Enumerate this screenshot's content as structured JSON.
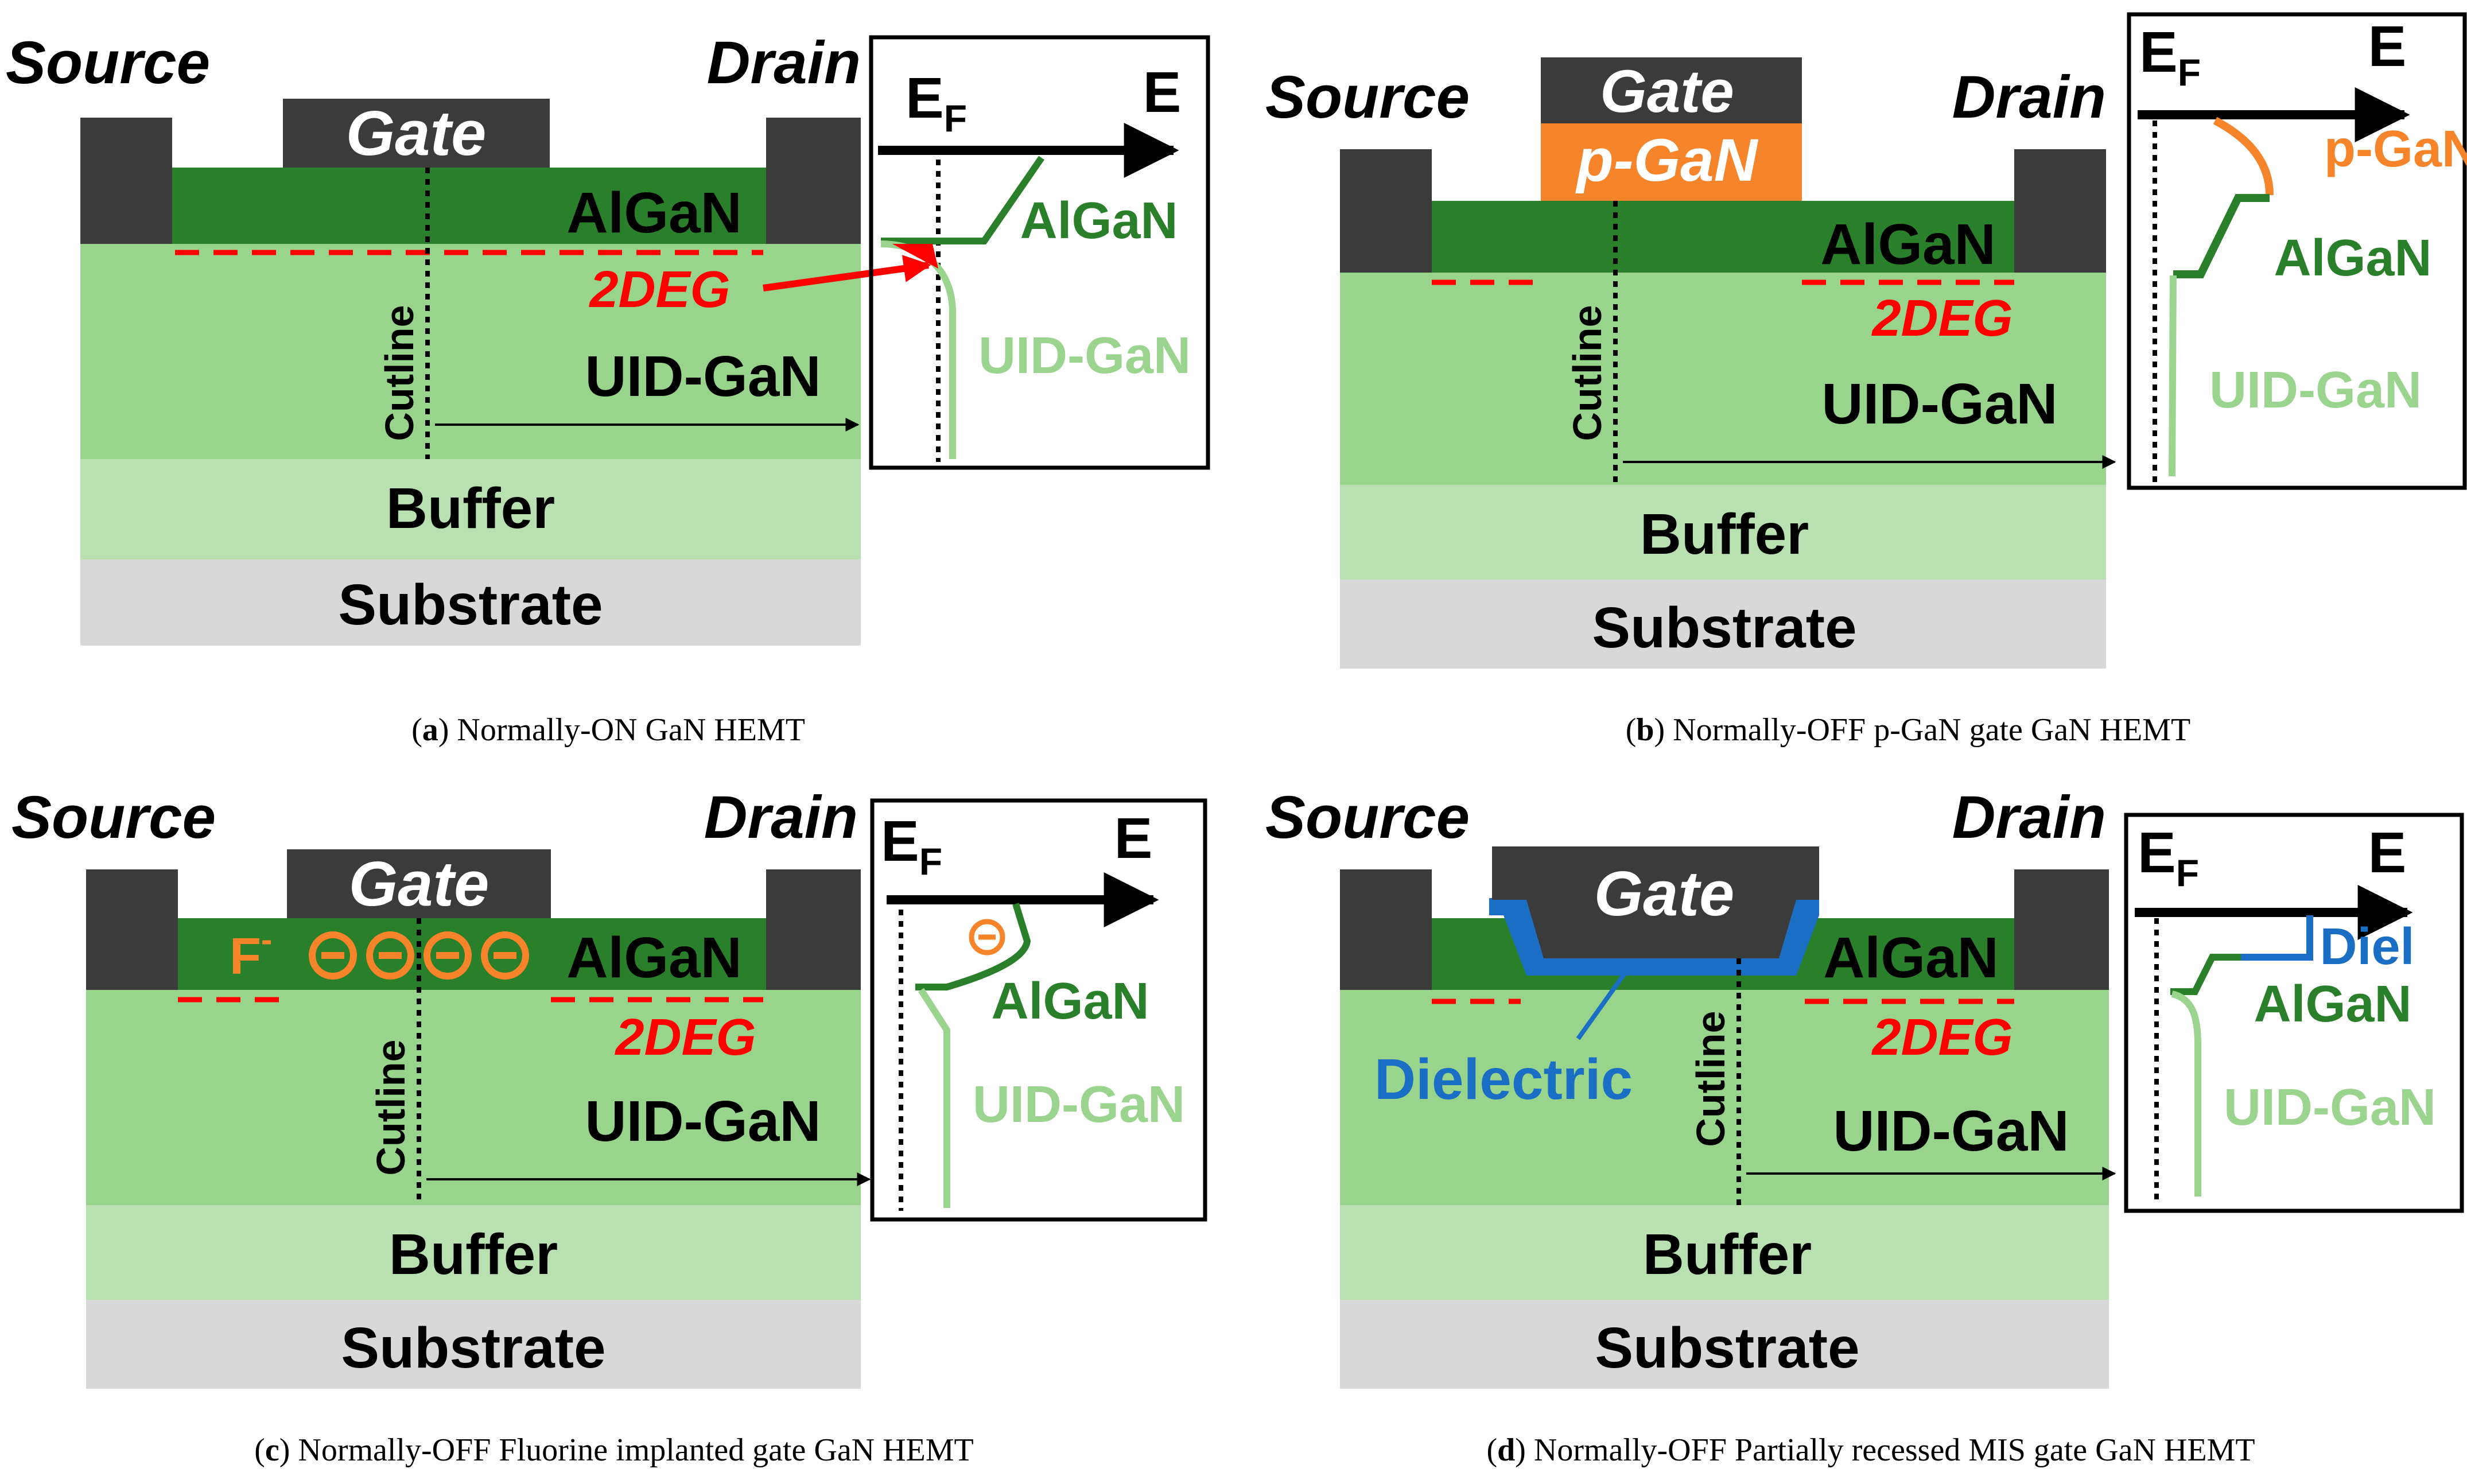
{
  "colors": {
    "metal": "#3b3b3b",
    "algan": "#2a7f2a",
    "uid_gan": "#98d48c",
    "buffer": "#b8e0b0",
    "substrate": "#d8d8d8",
    "twodeg": "#ff0000",
    "pgan": "#f5842a",
    "dielectric": "#1a6fc4",
    "uid_band": "#9bd48f"
  },
  "panels": [
    {
      "id": "a",
      "letter": "a",
      "caption": "Normally-ON GaN HEMT",
      "labels": {
        "source": "Source",
        "drain": "Drain",
        "gate": "Gate",
        "algan": "AlGaN",
        "twodeg": "2DEG",
        "cutline": "Cutline",
        "uid_gan": "UID-GaN",
        "buffer": "Buffer",
        "substrate": "Substrate"
      },
      "band": {
        "ef_main": "E",
        "ef_sub": "F",
        "e_axis": "E",
        "algan": "AlGaN",
        "uid_gan": "UID-GaN"
      }
    },
    {
      "id": "b",
      "letter": "b",
      "caption": "Normally-OFF p-GaN gate GaN HEMT",
      "labels": {
        "source": "Source",
        "drain": "Drain",
        "gate": "Gate",
        "pgan": "p-GaN",
        "algan": "AlGaN",
        "twodeg": "2DEG",
        "cutline": "Cutline",
        "uid_gan": "UID-GaN",
        "buffer": "Buffer",
        "substrate": "Substrate"
      },
      "band": {
        "ef_main": "E",
        "ef_sub": "F",
        "e_axis": "E",
        "pgan": "p-GaN",
        "algan": "AlGaN",
        "uid_gan": "UID-GaN"
      }
    },
    {
      "id": "c",
      "letter": "c",
      "caption": "Normally-OFF Fluorine implanted gate GaN HEMT",
      "labels": {
        "source": "Source",
        "drain": "Drain",
        "gate": "Gate",
        "fluorine": "F",
        "fluorine_sup": "-",
        "algan": "AlGaN",
        "twodeg": "2DEG",
        "cutline": "Cutline",
        "uid_gan": "UID-GaN",
        "buffer": "Buffer",
        "substrate": "Substrate"
      },
      "band": {
        "ef_main": "E",
        "ef_sub": "F",
        "e_axis": "E",
        "algan": "AlGaN",
        "uid_gan": "UID-GaN"
      }
    },
    {
      "id": "d",
      "letter": "d",
      "caption": "Normally-OFF Partially recessed MIS gate GaN HEMT",
      "labels": {
        "source": "Source",
        "drain": "Drain",
        "gate": "Gate",
        "algan": "AlGaN",
        "twodeg": "2DEG",
        "cutline": "Cutline",
        "dielectric": "Dielectric",
        "uid_gan": "UID-GaN",
        "buffer": "Buffer",
        "substrate": "Substrate"
      },
      "band": {
        "ef_main": "E",
        "ef_sub": "F",
        "e_axis": "E",
        "diel": "Diel",
        "algan": "AlGaN",
        "uid_gan": "UID-GaN"
      }
    }
  ]
}
